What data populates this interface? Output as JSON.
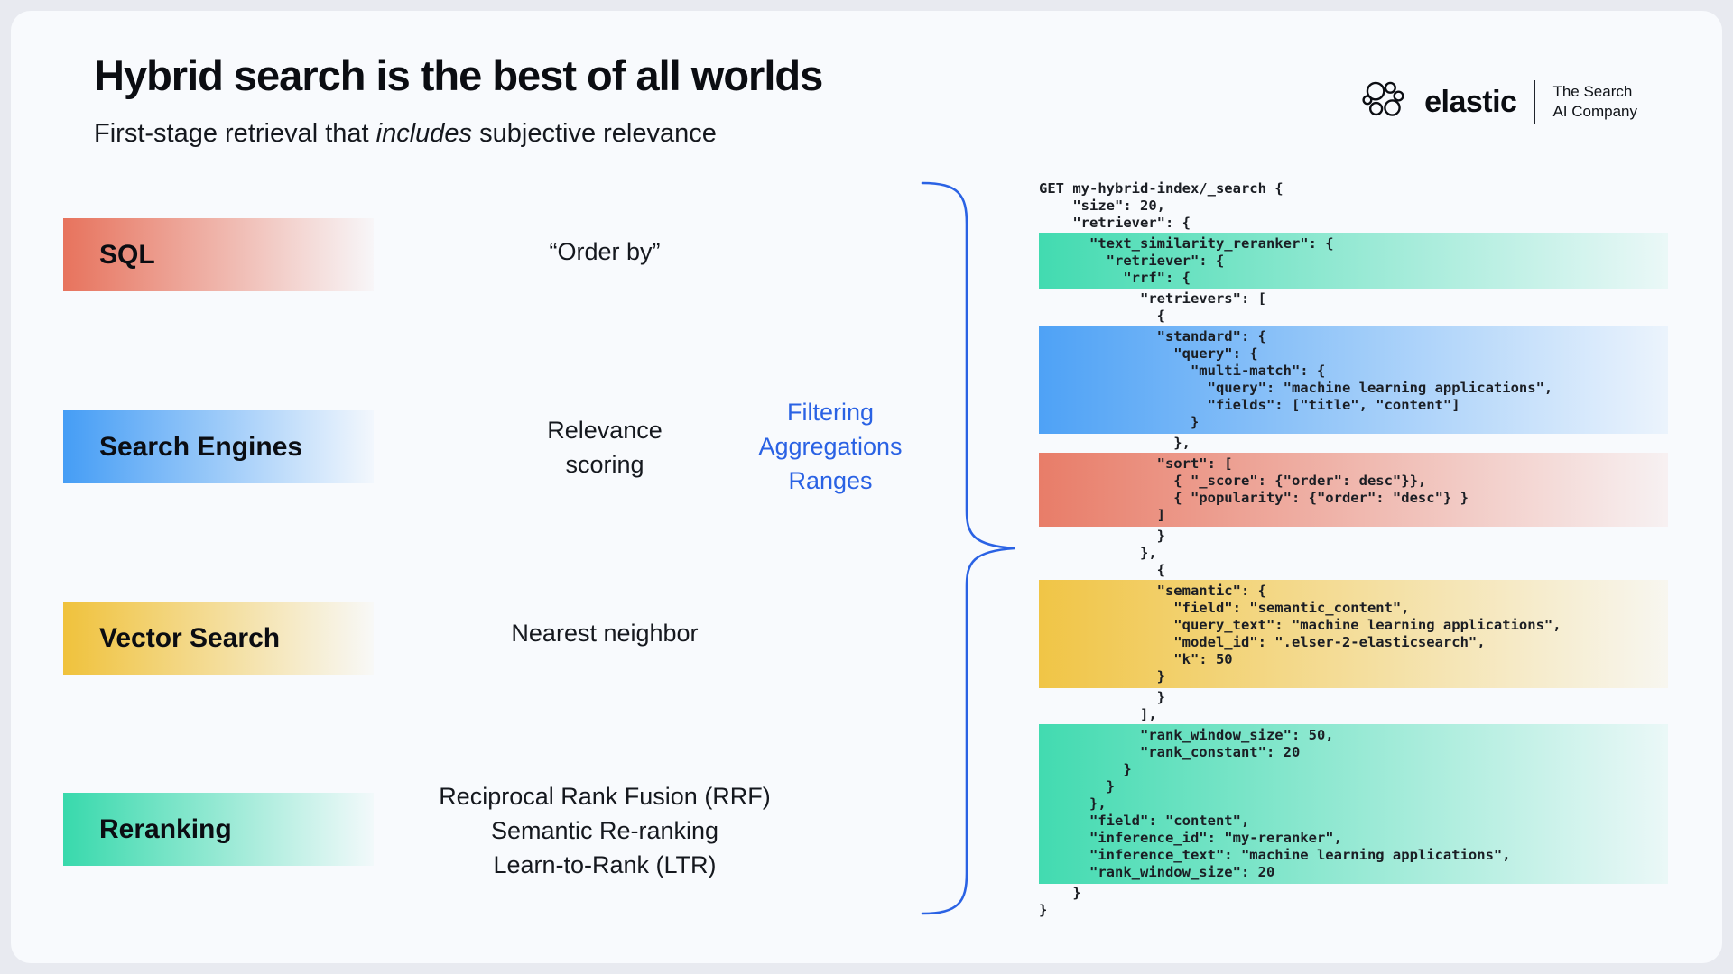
{
  "slide": {
    "title": "Hybrid search is the best of all worlds",
    "subtitle": {
      "prefix": "First-stage retrieval that ",
      "italic": "includes",
      "suffix": " subjective relevance"
    }
  },
  "logo": {
    "brand": "elastic",
    "tagline": [
      "The Search",
      "AI Company"
    ]
  },
  "colors": {
    "salmon": "#e7735d",
    "blue": "#459df5",
    "yellow": "#f0c23c",
    "teal": "#38d9ac",
    "note_blue": "#2a62e4",
    "brace_blue": "#2a62e4"
  },
  "rows": [
    {
      "id": "sql",
      "label": "SQL",
      "gradient": "salmon",
      "desc": [
        "“Order by”"
      ]
    },
    {
      "id": "search-engines",
      "label": "Search Engines",
      "gradient": "blue",
      "desc": [
        "Relevance",
        "scoring"
      ]
    },
    {
      "id": "vector-search",
      "label": "Vector Search",
      "gradient": "yellow",
      "desc": [
        "Nearest neighbor"
      ]
    },
    {
      "id": "reranking",
      "label": "Reranking",
      "gradient": "teal",
      "desc": [
        "Reciprocal Rank Fusion (RRF)",
        "Semantic Re-ranking",
        "Learn-to-Rank (LTR)"
      ]
    }
  ],
  "capabilities_note": [
    "Filtering",
    "Aggregations",
    "Ranges"
  ],
  "code": {
    "lines": [
      {
        "t": "GET my-hybrid-index/_search {",
        "i": 0,
        "hl": "none"
      },
      {
        "t": "\"size\": 20,",
        "i": 4,
        "hl": "none"
      },
      {
        "t": "\"retriever\": {",
        "i": 4,
        "hl": "none"
      },
      {
        "t": "\"text_similarity_reranker\": {",
        "i": 6,
        "hl": "teal"
      },
      {
        "t": "\"retriever\": {",
        "i": 8,
        "hl": "teal"
      },
      {
        "t": "\"rrf\": {",
        "i": 10,
        "hl": "teal"
      },
      {
        "t": "\"retrievers\": [",
        "i": 12,
        "hl": "none"
      },
      {
        "t": "{",
        "i": 14,
        "hl": "none"
      },
      {
        "t": "\"standard\": {",
        "i": 14,
        "hl": "blue"
      },
      {
        "t": "\"query\": {",
        "i": 16,
        "hl": "blue"
      },
      {
        "t": "\"multi-match\": {",
        "i": 18,
        "hl": "blue"
      },
      {
        "t": "\"query\": \"machine learning applications\",",
        "i": 20,
        "hl": "blue"
      },
      {
        "t": "\"fields\": [\"title\", \"content\"]",
        "i": 20,
        "hl": "blue"
      },
      {
        "t": "}",
        "i": 18,
        "hl": "blue"
      },
      {
        "t": "},",
        "i": 16,
        "hl": "none"
      },
      {
        "t": "\"sort\": [",
        "i": 14,
        "hl": "salmon"
      },
      {
        "t": "{ \"_score\": {\"order\": desc\"}},",
        "i": 16,
        "hl": "salmon"
      },
      {
        "t": "{ \"popularity\": {\"order\": \"desc\"} }",
        "i": 16,
        "hl": "salmon"
      },
      {
        "t": "]",
        "i": 14,
        "hl": "salmon"
      },
      {
        "t": "}",
        "i": 14,
        "hl": "none"
      },
      {
        "t": "},",
        "i": 12,
        "hl": "none"
      },
      {
        "t": "{",
        "i": 14,
        "hl": "none"
      },
      {
        "t": "\"semantic\": {",
        "i": 14,
        "hl": "yellow"
      },
      {
        "t": "\"field\": \"semantic_content\",",
        "i": 16,
        "hl": "yellow"
      },
      {
        "t": "\"query_text\": \"machine learning applications\",",
        "i": 16,
        "hl": "yellow"
      },
      {
        "t": "\"model_id\": \".elser-2-elasticsearch\",",
        "i": 16,
        "hl": "yellow"
      },
      {
        "t": "\"k\": 50",
        "i": 16,
        "hl": "yellow"
      },
      {
        "t": "}",
        "i": 14,
        "hl": "yellow"
      },
      {
        "t": "}",
        "i": 14,
        "hl": "none"
      },
      {
        "t": "],",
        "i": 12,
        "hl": "none"
      },
      {
        "t": "\"rank_window_size\": 50,",
        "i": 12,
        "hl": "teal"
      },
      {
        "t": "\"rank_constant\": 20",
        "i": 12,
        "hl": "teal"
      },
      {
        "t": "}",
        "i": 10,
        "hl": "teal"
      },
      {
        "t": "}",
        "i": 8,
        "hl": "teal"
      },
      {
        "t": "},",
        "i": 6,
        "hl": "teal"
      },
      {
        "t": "\"field\": \"content\",",
        "i": 6,
        "hl": "teal"
      },
      {
        "t": "\"inference_id\": \"my-reranker\",",
        "i": 6,
        "hl": "teal"
      },
      {
        "t": "\"inference_text\": \"machine learning applications\",",
        "i": 6,
        "hl": "teal"
      },
      {
        "t": "\"rank_window_size\": 20",
        "i": 6,
        "hl": "teal"
      },
      {
        "t": "}",
        "i": 4,
        "hl": "none"
      },
      {
        "t": "}",
        "i": 0,
        "hl": "none"
      }
    ]
  }
}
